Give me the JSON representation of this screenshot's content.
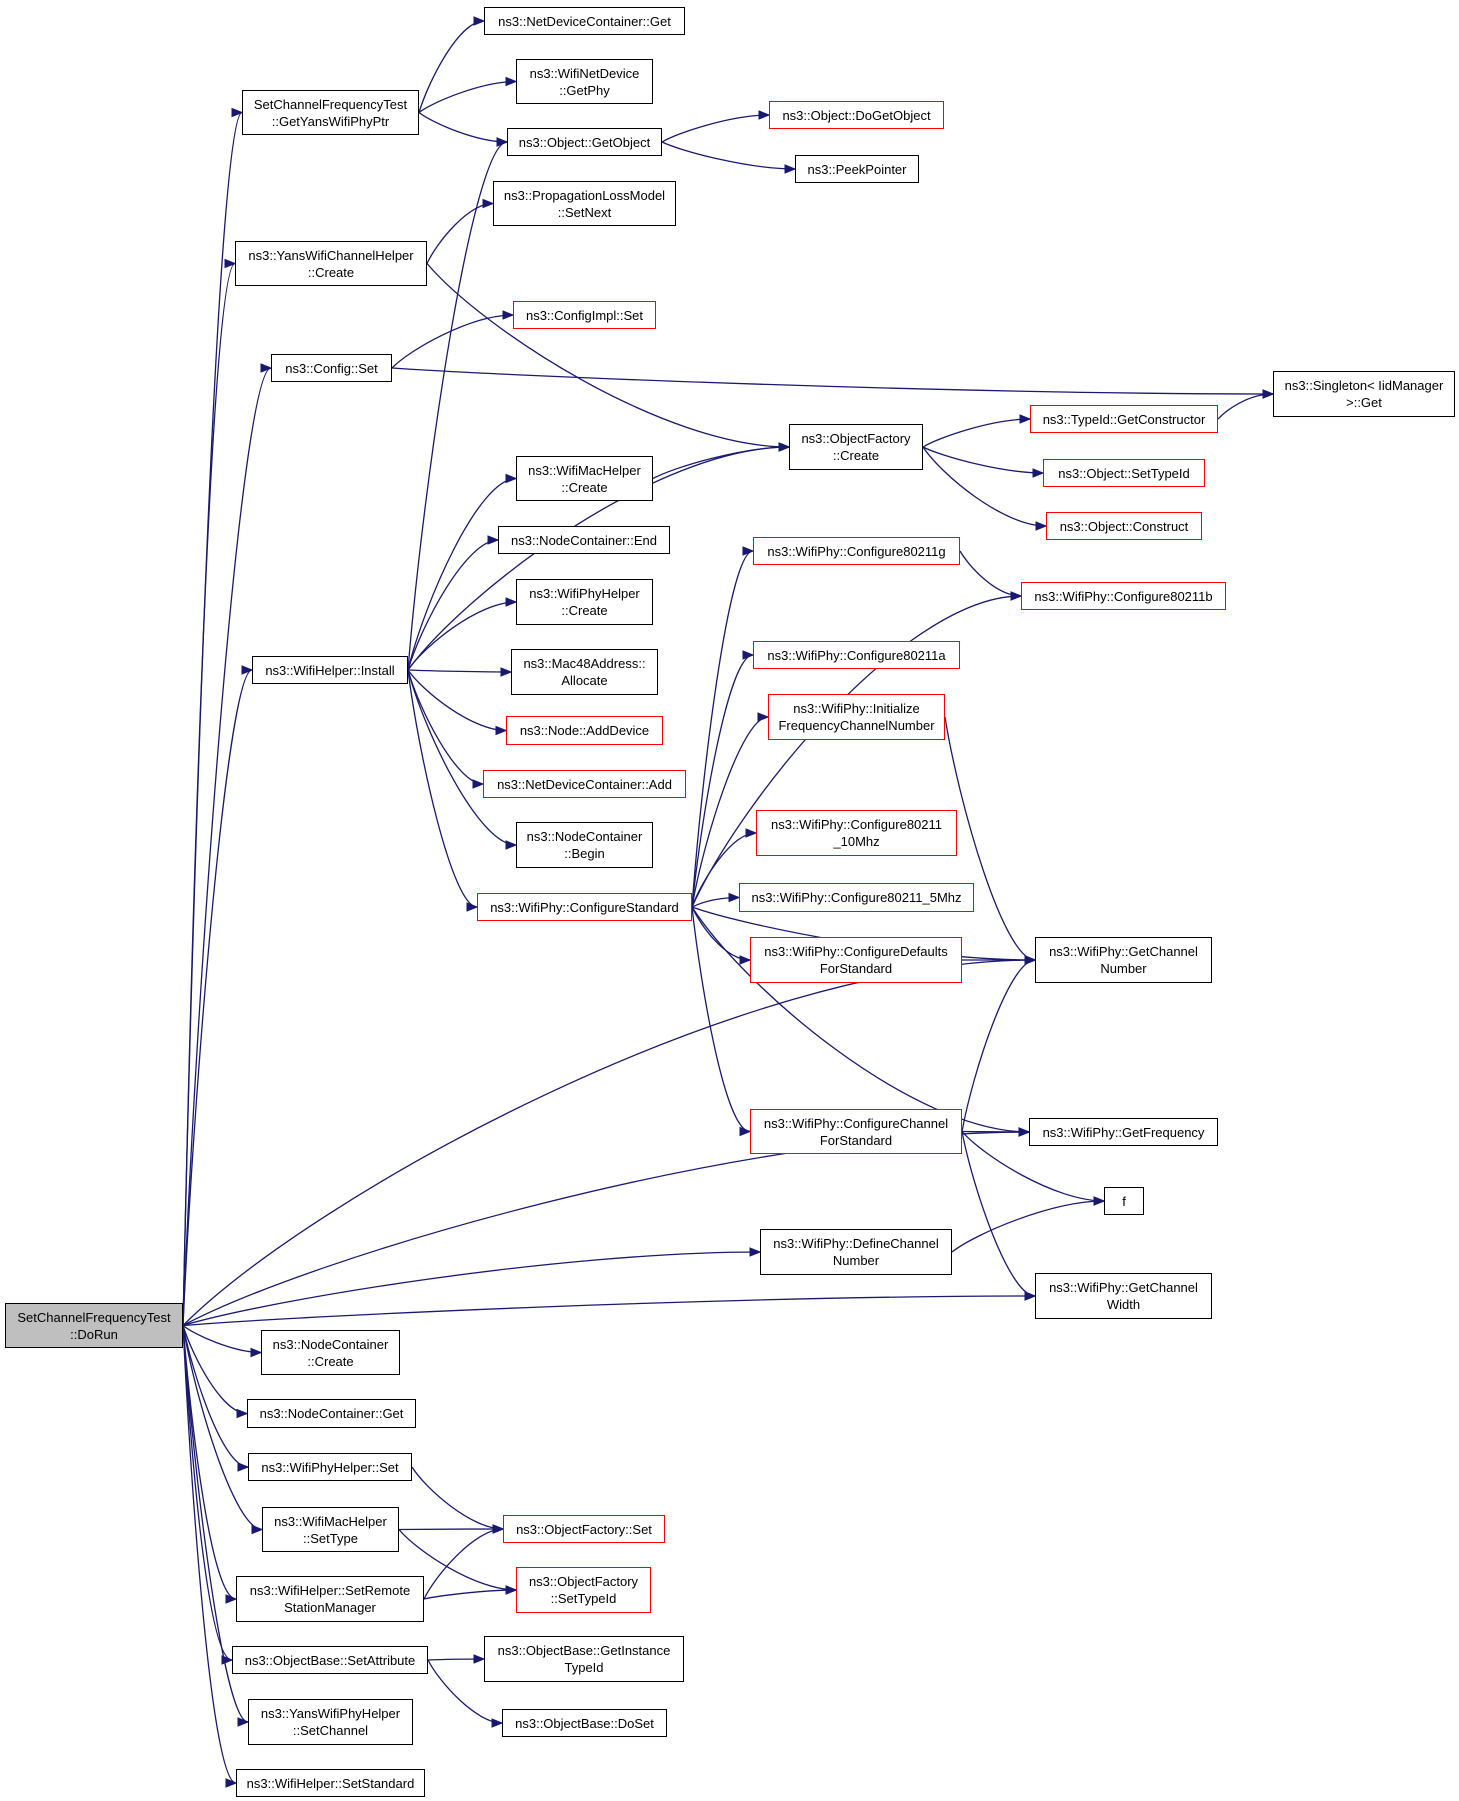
{
  "colors": {
    "edge": "#191970",
    "box_border": "#000000",
    "incomplete_border": "#ff0000",
    "root_fill": "#bfbfbf"
  },
  "nodes": {
    "root": {
      "lines": [
        "SetChannelFrequencyTest",
        "::DoRun"
      ],
      "border": "root"
    },
    "getyans": {
      "lines": [
        "SetChannelFrequencyTest",
        "::GetYansWifiPhyPtr"
      ],
      "border": "black"
    },
    "ndc_get": {
      "lines": [
        "ns3::NetDeviceContainer::Get"
      ],
      "border": "black"
    },
    "wnd_getphy": {
      "lines": [
        "ns3::WifiNetDevice",
        "::GetPhy"
      ],
      "border": "black"
    },
    "obj_getobject": {
      "lines": [
        "ns3::Object::GetObject"
      ],
      "border": "black"
    },
    "obj_dogetobject": {
      "lines": [
        "ns3::Object::DoGetObject"
      ],
      "border": "red"
    },
    "peekpointer": {
      "lines": [
        "ns3::PeekPointer"
      ],
      "border": "black"
    },
    "plm_setnext": {
      "lines": [
        "ns3::PropagationLossModel",
        "::SetNext"
      ],
      "border": "black"
    },
    "ywch_create": {
      "lines": [
        "ns3::YansWifiChannelHelper",
        "::Create"
      ],
      "border": "black"
    },
    "configimpl_set": {
      "lines": [
        "ns3::ConfigImpl::Set"
      ],
      "border": "red"
    },
    "config_set": {
      "lines": [
        "ns3::Config::Set"
      ],
      "border": "black"
    },
    "singleton_get": {
      "lines": [
        "ns3::Singleton< IidManager",
        ">::Get"
      ],
      "border": "black"
    },
    "of_create": {
      "lines": [
        "ns3::ObjectFactory",
        "::Create"
      ],
      "border": "black"
    },
    "wmh_create": {
      "lines": [
        "ns3::WifiMacHelper",
        "::Create"
      ],
      "border": "black"
    },
    "typeid_getctor": {
      "lines": [
        "ns3::TypeId::GetConstructor"
      ],
      "border": "red"
    },
    "obj_settypeid": {
      "lines": [
        "ns3::Object::SetTypeId"
      ],
      "border": "red"
    },
    "obj_construct": {
      "lines": [
        "ns3::Object::Construct"
      ],
      "border": "red"
    },
    "nc_end": {
      "lines": [
        "ns3::NodeContainer::End"
      ],
      "border": "black"
    },
    "cfg_g": {
      "lines": [
        "ns3::WifiPhy::Configure80211g"
      ],
      "border": "red"
    },
    "cfg_b": {
      "lines": [
        "ns3::WifiPhy::Configure80211b"
      ],
      "border": "red"
    },
    "wph_create": {
      "lines": [
        "ns3::WifiPhyHelper",
        "::Create"
      ],
      "border": "black"
    },
    "cfg_a": {
      "lines": [
        "ns3::WifiPhy::Configure80211a"
      ],
      "border": "red"
    },
    "wh_install": {
      "lines": [
        "ns3::WifiHelper::Install"
      ],
      "border": "black"
    },
    "mac48_alloc": {
      "lines": [
        "ns3::Mac48Address::",
        "Allocate"
      ],
      "border": "black"
    },
    "init_freq": {
      "lines": [
        "ns3::WifiPhy::Initialize",
        "FrequencyChannelNumber"
      ],
      "border": "red"
    },
    "node_adddev": {
      "lines": [
        "ns3::Node::AddDevice"
      ],
      "border": "red"
    },
    "ndc_add": {
      "lines": [
        "ns3::NetDeviceContainer::Add"
      ],
      "border": "red"
    },
    "cfg_10": {
      "lines": [
        "ns3::WifiPhy::Configure80211",
        "_10Mhz"
      ],
      "border": "red"
    },
    "nc_begin": {
      "lines": [
        "ns3::NodeContainer",
        "::Begin"
      ],
      "border": "black"
    },
    "cfg_std": {
      "lines": [
        "ns3::WifiPhy::ConfigureStandard"
      ],
      "border": "red"
    },
    "cfg_5": {
      "lines": [
        "ns3::WifiPhy::Configure80211_5Mhz"
      ],
      "border": "red"
    },
    "cfg_defaults": {
      "lines": [
        "ns3::WifiPhy::ConfigureDefaults",
        "ForStandard"
      ],
      "border": "red"
    },
    "get_chnum": {
      "lines": [
        "ns3::WifiPhy::GetChannel",
        "Number"
      ],
      "border": "black"
    },
    "cfg_chan": {
      "lines": [
        "ns3::WifiPhy::ConfigureChannel",
        "ForStandard"
      ],
      "border": "red"
    },
    "get_freq": {
      "lines": [
        "ns3::WifiPhy::GetFrequency"
      ],
      "border": "black"
    },
    "f": {
      "lines": [
        "f"
      ],
      "border": "black"
    },
    "define_chnum": {
      "lines": [
        "ns3::WifiPhy::DefineChannel",
        "Number"
      ],
      "border": "black"
    },
    "get_chwidth": {
      "lines": [
        "ns3::WifiPhy::GetChannel",
        "Width"
      ],
      "border": "black"
    },
    "nc_create": {
      "lines": [
        "ns3::NodeContainer",
        "::Create"
      ],
      "border": "black"
    },
    "nc_get": {
      "lines": [
        "ns3::NodeContainer::Get"
      ],
      "border": "black"
    },
    "wph_set": {
      "lines": [
        "ns3::WifiPhyHelper::Set"
      ],
      "border": "black"
    },
    "of_set": {
      "lines": [
        "ns3::ObjectFactory::Set"
      ],
      "border": "red"
    },
    "wmh_settype": {
      "lines": [
        "ns3::WifiMacHelper",
        "::SetType"
      ],
      "border": "black"
    },
    "wh_setremote": {
      "lines": [
        "ns3::WifiHelper::SetRemote",
        "StationManager"
      ],
      "border": "black"
    },
    "of_settypeid": {
      "lines": [
        "ns3::ObjectFactory",
        "::SetTypeId"
      ],
      "border": "red"
    },
    "ob_getinst": {
      "lines": [
        "ns3::ObjectBase::GetInstance",
        "TypeId"
      ],
      "border": "black"
    },
    "ob_setattr": {
      "lines": [
        "ns3::ObjectBase::SetAttribute"
      ],
      "border": "black"
    },
    "ob_doset": {
      "lines": [
        "ns3::ObjectBase::DoSet"
      ],
      "border": "black"
    },
    "ywph_setchan": {
      "lines": [
        "ns3::YansWifiPhyHelper",
        "::SetChannel"
      ],
      "border": "black"
    },
    "wh_setstd": {
      "lines": [
        "ns3::WifiHelper::SetStandard"
      ],
      "border": "black"
    }
  },
  "edges": [
    [
      "root",
      "getyans"
    ],
    [
      "root",
      "ywch_create"
    ],
    [
      "root",
      "config_set"
    ],
    [
      "root",
      "wh_install"
    ],
    [
      "root",
      "get_chnum"
    ],
    [
      "root",
      "get_freq"
    ],
    [
      "root",
      "define_chnum"
    ],
    [
      "root",
      "get_chwidth"
    ],
    [
      "root",
      "nc_create"
    ],
    [
      "root",
      "nc_get"
    ],
    [
      "root",
      "wph_set"
    ],
    [
      "root",
      "wmh_settype"
    ],
    [
      "root",
      "wh_setremote"
    ],
    [
      "root",
      "ob_setattr"
    ],
    [
      "root",
      "ywph_setchan"
    ],
    [
      "root",
      "wh_setstd"
    ],
    [
      "getyans",
      "ndc_get"
    ],
    [
      "getyans",
      "wnd_getphy"
    ],
    [
      "getyans",
      "obj_getobject"
    ],
    [
      "obj_getobject",
      "obj_dogetobject"
    ],
    [
      "obj_getobject",
      "peekpointer"
    ],
    [
      "ywch_create",
      "plm_setnext"
    ],
    [
      "ywch_create",
      "of_create"
    ],
    [
      "config_set",
      "configimpl_set"
    ],
    [
      "config_set",
      "singleton_get"
    ],
    [
      "of_create",
      "typeid_getctor"
    ],
    [
      "of_create",
      "obj_settypeid"
    ],
    [
      "of_create",
      "obj_construct"
    ],
    [
      "typeid_getctor",
      "singleton_get"
    ],
    [
      "wmh_create",
      "of_create"
    ],
    [
      "wh_install",
      "obj_getobject"
    ],
    [
      "wh_install",
      "of_create"
    ],
    [
      "wh_install",
      "wmh_create"
    ],
    [
      "wh_install",
      "nc_end"
    ],
    [
      "wh_install",
      "wph_create"
    ],
    [
      "wh_install",
      "mac48_alloc"
    ],
    [
      "wh_install",
      "node_adddev"
    ],
    [
      "wh_install",
      "ndc_add"
    ],
    [
      "wh_install",
      "nc_begin"
    ],
    [
      "wh_install",
      "cfg_std"
    ],
    [
      "cfg_std",
      "cfg_g"
    ],
    [
      "cfg_std",
      "cfg_b"
    ],
    [
      "cfg_std",
      "cfg_a"
    ],
    [
      "cfg_std",
      "init_freq"
    ],
    [
      "cfg_std",
      "cfg_10"
    ],
    [
      "cfg_std",
      "cfg_5"
    ],
    [
      "cfg_std",
      "cfg_defaults"
    ],
    [
      "cfg_std",
      "get_chnum"
    ],
    [
      "cfg_std",
      "cfg_chan"
    ],
    [
      "cfg_std",
      "get_freq"
    ],
    [
      "cfg_g",
      "cfg_b"
    ],
    [
      "init_freq",
      "get_chnum"
    ],
    [
      "cfg_defaults",
      "get_chnum"
    ],
    [
      "cfg_chan",
      "get_chnum"
    ],
    [
      "cfg_chan",
      "get_freq"
    ],
    [
      "cfg_chan",
      "f"
    ],
    [
      "cfg_chan",
      "get_chwidth"
    ],
    [
      "define_chnum",
      "f"
    ],
    [
      "wph_set",
      "of_set"
    ],
    [
      "wmh_settype",
      "of_set"
    ],
    [
      "wmh_settype",
      "of_settypeid"
    ],
    [
      "wh_setremote",
      "of_set"
    ],
    [
      "wh_setremote",
      "of_settypeid"
    ],
    [
      "ob_setattr",
      "ob_getinst"
    ],
    [
      "ob_setattr",
      "ob_doset"
    ]
  ]
}
